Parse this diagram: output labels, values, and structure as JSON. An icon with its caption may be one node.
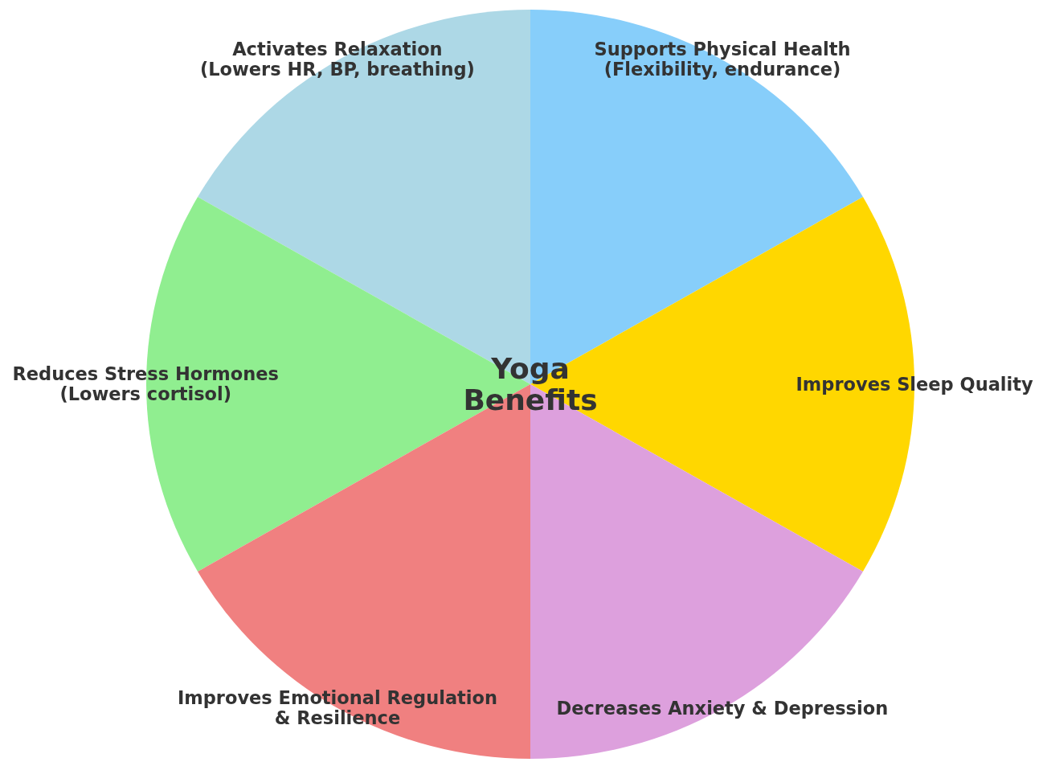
{
  "diagram": {
    "title": "Yoga Benefits",
    "nodes": [
      {
        "text": [
          "Activates Relaxation",
          "(Lowers HR, BP, breathing)"
        ]
      },
      {
        "text": [
          "Supports Physical Health",
          "(Flexibility, endurance)"
        ]
      },
      {
        "text": [
          "Reduces Stress Hormones",
          "(Lowers cortisol)"
        ]
      },
      {
        "text": [
          "Improves Sleep Quality"
        ]
      },
      {
        "text": [
          "Improves Emotional Regulation & Resilience"
        ]
      },
      {
        "text": [
          "Decreases Anxiety & Depression"
        ]
      }
    ]
  }
}
